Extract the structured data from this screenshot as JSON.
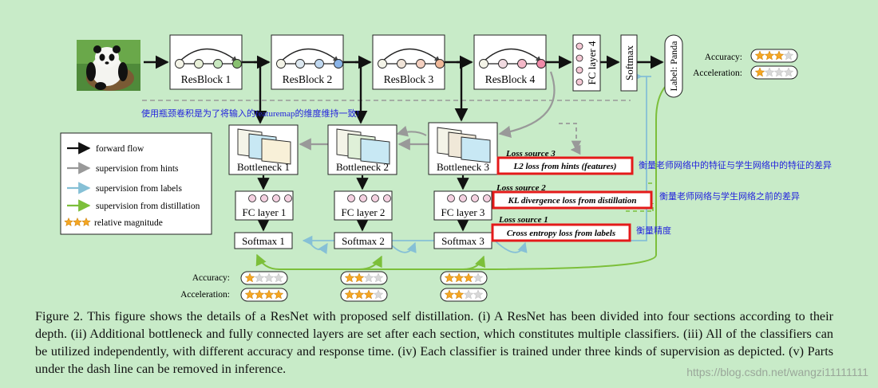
{
  "colors": {
    "background": "#c8ebc8",
    "forward": "#111111",
    "hints": "#999999",
    "labels": "#86c0d6",
    "distillation": "#7cbf3a",
    "highlight": "#e41a1a",
    "annotation": "#2222dd",
    "star": "#f5a623"
  },
  "input_image": {
    "icon": "panda-photo-icon"
  },
  "resblocks": [
    {
      "label": "ResBlock 1",
      "node_colors": [
        "#f4f4e8",
        "#e8f0d8",
        "#c8e8c0",
        "#88c070"
      ]
    },
    {
      "label": "ResBlock 2",
      "node_colors": [
        "#f4f4e8",
        "#dde8f0",
        "#c0d8f0",
        "#8ab4e8"
      ]
    },
    {
      "label": "ResBlock 3",
      "node_colors": [
        "#f4f4e8",
        "#f0e4d8",
        "#f4d0c0",
        "#f0b898"
      ]
    },
    {
      "label": "ResBlock 4",
      "node_colors": [
        "#f4f4e8",
        "#f0dae0",
        "#f4b8c8",
        "#f08aa8"
      ]
    }
  ],
  "fc4_label": "FC layer 4",
  "softmax4_label": "Softmax",
  "output_label": "Label: Panda",
  "top_accuracy": {
    "label": "Accuracy:",
    "stars": 3
  },
  "top_acceleration": {
    "label": "Acceleration:",
    "stars": 1
  },
  "bottlenecks": [
    {
      "label": "Bottleneck 1"
    },
    {
      "label": "Bottleneck 2"
    },
    {
      "label": "Bottleneck 3"
    }
  ],
  "fc_layers": [
    "FC layer 1",
    "FC layer 2",
    "FC layer 3"
  ],
  "softmaxes": [
    "Softmax 1",
    "Softmax 2",
    "Softmax 3"
  ],
  "bottom_accuracy": {
    "label": "Accuracy:",
    "stars": [
      1,
      2,
      3
    ]
  },
  "bottom_acceleration": {
    "label": "Acceleration:",
    "stars": [
      4,
      3,
      2
    ]
  },
  "legend": {
    "forward": "forward flow",
    "hints": "supervision from hints",
    "labels": "supervision from labels",
    "distillation": "supervision from distillation",
    "magnitude": "relative magnitude"
  },
  "losses": [
    {
      "source": "Loss source 3",
      "name": "L2 loss from hints (features)",
      "note": "衡量老师网络中的特征与学生网络中的特征的差异"
    },
    {
      "source": "Loss source 2",
      "name": "KL divergence loss from distillation",
      "note": "衡量老师网络与学生网络之前的差异"
    },
    {
      "source": "Loss source 1",
      "name": "Cross entropy loss from labels",
      "note": "衡量精度"
    }
  ],
  "bottleneck_note": "使用瓶颈卷积是为了将输入的featuremap的维度维持一致!",
  "caption": "Figure 2. This figure shows the details of a ResNet with proposed self distillation. (i) A ResNet has been divided into four sections according to their depth. (ii) Additional bottleneck and fully connected layers are set after each section, which constitutes multiple classifiers. (iii) All of the classifiers can be utilized independently, with different accuracy and response time. (iv) Each classifier is trained under three kinds of supervision as depicted. (v) Parts under the dash line can be removed in inference.",
  "watermark": "https://blog.csdn.net/wangzi11111111"
}
